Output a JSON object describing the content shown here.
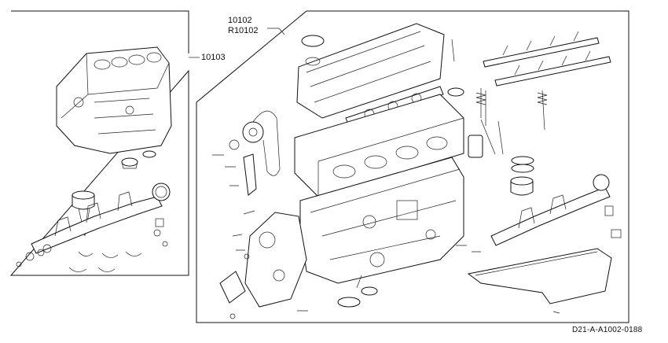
{
  "callouts": {
    "short_block": "10103",
    "full_engine": "10102",
    "reman_engine": "R10102"
  },
  "figure_id": "D21-A-A1002-0188"
}
